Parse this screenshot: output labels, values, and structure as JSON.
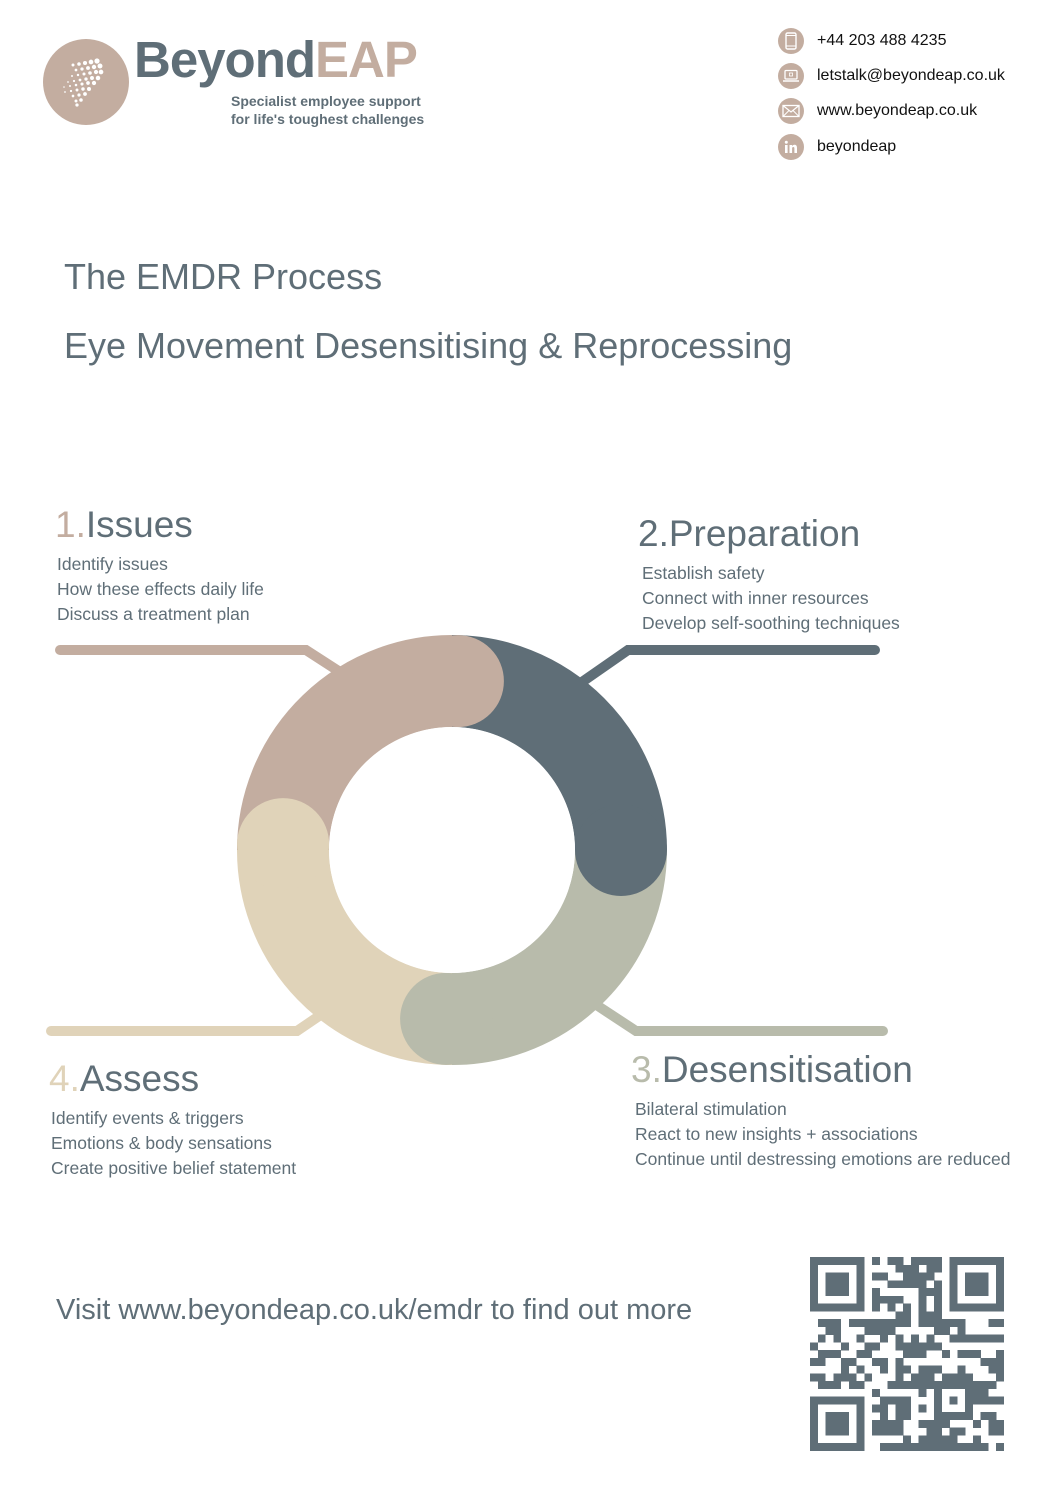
{
  "brand": {
    "name_part1": "Beyond",
    "name_part2": "EAP",
    "tagline_line1": "Specialist employee support",
    "tagline_line2": "for life's toughest challenges",
    "logo_icon": "dotted-arrow-icon"
  },
  "contacts": [
    {
      "icon": "phone-icon",
      "text": "+44 203 488 4235"
    },
    {
      "icon": "laptop-icon",
      "text": "letstalk@beyondeap.co.uk"
    },
    {
      "icon": "envelope-icon",
      "text": "www.beyondeap.co.uk"
    },
    {
      "icon": "linkedin-icon",
      "text": "beyondeap"
    }
  ],
  "title": "The EMDR Process",
  "subtitle": "Eye Movement Desensitising & Reprocessing",
  "steps": [
    {
      "number": "1.",
      "title": "Issues",
      "color": "#c3ada0",
      "items": [
        "Identify issues",
        "How these effects daily life",
        "Discuss a treatment plan"
      ]
    },
    {
      "number": "2.",
      "title": "Preparation",
      "color": "#5f6e77",
      "items": [
        "Establish safety",
        "Connect with inner resources",
        "Develop self-soothing techniques"
      ]
    },
    {
      "number": "3.",
      "title": "Desensitisation",
      "color": "#b8bbab",
      "items": [
        "Bilateral stimulation",
        "React to new insights + associations",
        "Continue until destressing emotions are reduced"
      ]
    },
    {
      "number": "4.",
      "title": "Assess",
      "color": "#e0d3b9",
      "items": [
        "Identify events & triggers",
        "Emotions & body sensations",
        "Create positive belief statement"
      ]
    }
  ],
  "cta": "Visit www.beyondeap.co.uk/emdr to find out more",
  "qr_icon": "qr-code-icon",
  "colors": {
    "primary": "#5f6e77",
    "taupe": "#c3ada0",
    "sage": "#b8bbab",
    "sand": "#e0d3b9"
  }
}
